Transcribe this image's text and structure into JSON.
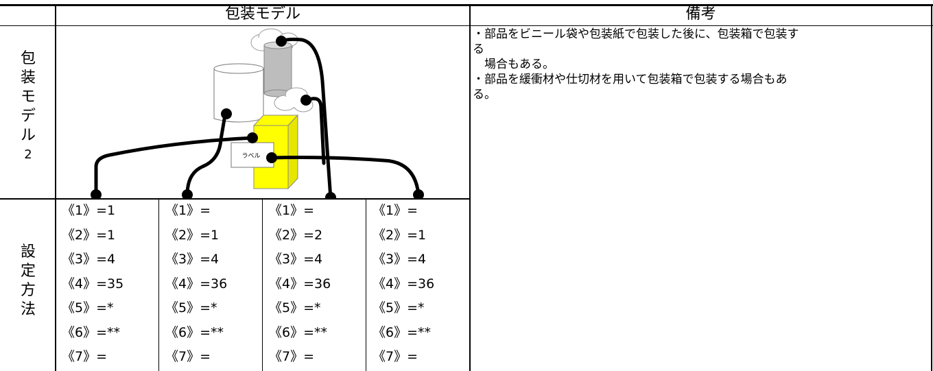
{
  "header": {
    "model_title": "包装モデル",
    "notes_title": "備考"
  },
  "row_labels": {
    "model": [
      "包",
      "装",
      "モ",
      "デ",
      "ル",
      "2"
    ],
    "settings": [
      "設",
      "定",
      "方",
      "法"
    ]
  },
  "diagram": {
    "label_text": "ラベル",
    "colors": {
      "box": "#ffff00",
      "can": "#bdbdbd",
      "line": "#000000"
    }
  },
  "settings": [
    [
      "《1》=1",
      "《2》=1",
      "《3》=4",
      "《4》=35",
      "《5》=*",
      "《6》=**",
      "《7》="
    ],
    [
      "《1》=",
      "《2》=1",
      "《3》=4",
      "《4》=36",
      "《5》=*",
      "《6》=**",
      "《7》="
    ],
    [
      "《1》=",
      "《2》=2",
      "《3》=4",
      "《4》=36",
      "《5》=*",
      "《6》=**",
      "《7》="
    ],
    [
      "《1》=",
      "《2》=1",
      "《3》=4",
      "《4》=36",
      "《5》=*",
      "《6》=**",
      "《7》="
    ]
  ],
  "notes": [
    "・部品をビニール袋や包装紙で包装した後に、包装箱で包装す",
    "る",
    "　場合もある。",
    "・部品を緩衝材や仕切材を用いて包装箱で包装する場合もあ",
    "る。"
  ]
}
